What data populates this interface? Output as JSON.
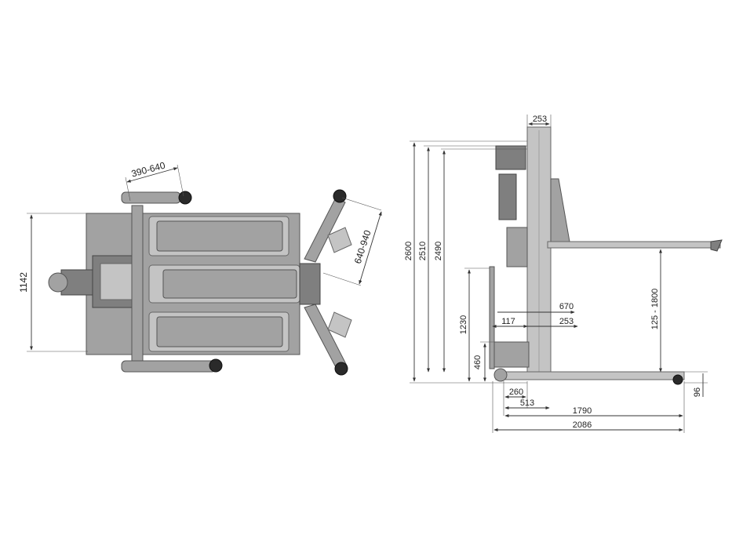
{
  "top_view": {
    "dim_overall_width": "1142",
    "dim_handle_arm": "390-640",
    "dim_fork_spread": "640-940"
  },
  "side_view": {
    "dim_mast_depth": "253",
    "dim_total_height": "2600",
    "dim_mast_height": "2510",
    "dim_inner_height": "2490",
    "dim_handle_height": "1230",
    "dim_lower_handle": "460",
    "dim_670": "670",
    "dim_117": "117",
    "dim_253_lower": "253",
    "dim_lift_range": "125 - 1800",
    "dim_96": "96",
    "dim_260": "260",
    "dim_513": "513",
    "dim_1790": "1790",
    "dim_2086": "2086"
  },
  "colors": {
    "body_gray": "#a2a2a2",
    "dark_gray": "#7f7f7f",
    "light_gray": "#c4c4c4",
    "wheel_black": "#2a2a2a"
  }
}
